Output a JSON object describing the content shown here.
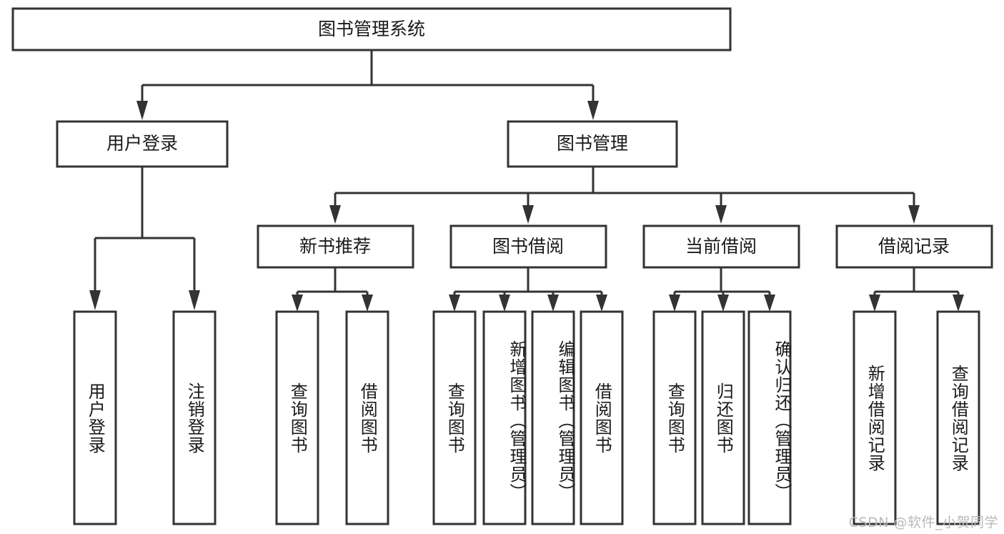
{
  "diagram": {
    "title": "图书管理系统",
    "type": "hierarchy-tree",
    "root": {
      "id": "root",
      "label": "图书管理系统",
      "orientation": "horizontal"
    },
    "level2": [
      {
        "id": "user-login",
        "label": "用户登录",
        "orientation": "horizontal"
      },
      {
        "id": "book-manage",
        "label": "图书管理",
        "orientation": "horizontal"
      }
    ],
    "level3": [
      {
        "id": "new-book-rec",
        "label": "新书推荐",
        "orientation": "horizontal"
      },
      {
        "id": "book-borrow",
        "label": "图书借阅",
        "orientation": "horizontal"
      },
      {
        "id": "current-borrow",
        "label": "当前借阅",
        "orientation": "horizontal"
      },
      {
        "id": "borrow-record",
        "label": "借阅记录",
        "orientation": "horizontal"
      }
    ],
    "leaves": {
      "user-login": [
        {
          "id": "leaf-user-login",
          "label": "用户登录",
          "orientation": "vertical"
        },
        {
          "id": "leaf-logout",
          "label": "注销登录",
          "orientation": "vertical"
        }
      ],
      "new-book-rec": [
        {
          "id": "leaf-query-book-1",
          "label": "查询图书",
          "orientation": "vertical"
        },
        {
          "id": "leaf-borrow-book-1",
          "label": "借阅图书",
          "orientation": "vertical"
        }
      ],
      "book-borrow": [
        {
          "id": "leaf-query-book-2",
          "label": "查询图书",
          "orientation": "vertical"
        },
        {
          "id": "leaf-add-book",
          "label": "新增图书（管理员）",
          "orientation": "vertical"
        },
        {
          "id": "leaf-edit-book",
          "label": "编辑图书（管理员）",
          "orientation": "vertical"
        },
        {
          "id": "leaf-borrow-book-2",
          "label": "借阅图书",
          "orientation": "vertical"
        }
      ],
      "current-borrow": [
        {
          "id": "leaf-query-book-3",
          "label": "查询图书",
          "orientation": "vertical"
        },
        {
          "id": "leaf-return-book",
          "label": "归还图书",
          "orientation": "vertical"
        },
        {
          "id": "leaf-confirm-return",
          "label": "确认归还（管理员）",
          "orientation": "vertical"
        }
      ],
      "borrow-record": [
        {
          "id": "leaf-add-record",
          "label": "新增借阅记录",
          "orientation": "vertical"
        },
        {
          "id": "leaf-query-record",
          "label": "查询借阅记录",
          "orientation": "vertical"
        }
      ]
    },
    "colors": {
      "stroke": "#333333",
      "fill": "#ffffff",
      "text": "#1a1a1a",
      "watermark": "#b9b9b9",
      "background": "#ffffff"
    }
  },
  "watermark": {
    "text": "CSDN @软件_小贺同学"
  }
}
